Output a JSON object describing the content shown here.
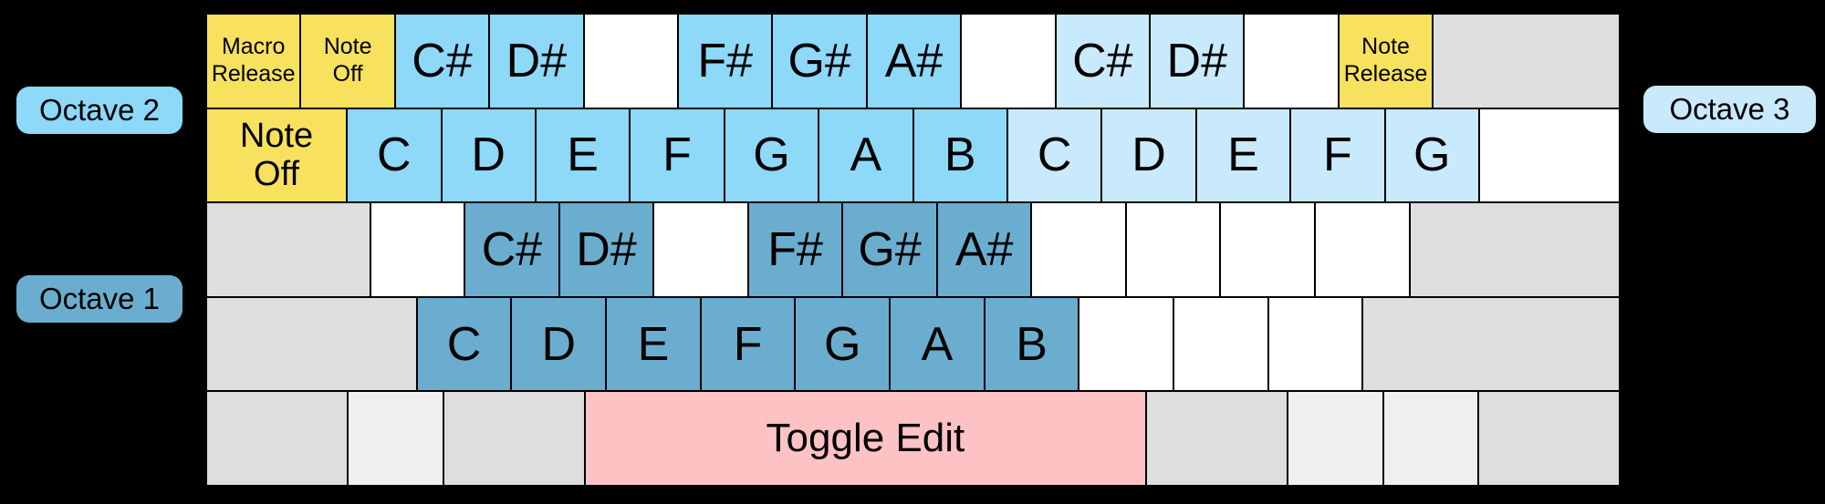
{
  "colors": {
    "background": "#000000",
    "text": "#000000",
    "yellow": "#f7e15e",
    "octave2_blue": "#8ed8f8",
    "octave3_blue": "#c9e9fc",
    "octave1_blue": "#6badce",
    "pink": "#fdc2c4",
    "gray": "#dedede",
    "gray_light": "#efefef",
    "white": "#ffffff"
  },
  "labels": {
    "octave1": "Octave 1",
    "octave2": "Octave 2",
    "octave3": "Octave 3"
  },
  "keyboard": {
    "rows": [
      {
        "keys": [
          {
            "name": "key-macro-release",
            "label": "Macro\nRelease",
            "color": "yellow",
            "u": 1,
            "font": "small"
          },
          {
            "name": "key-note-off",
            "label": "Note\nOff",
            "color": "yellow",
            "u": 1,
            "font": "small"
          },
          {
            "name": "key-c-sharp-oct2",
            "label": "C#",
            "color": "oct2",
            "u": 1
          },
          {
            "name": "key-d-sharp-oct2",
            "label": "D#",
            "color": "oct2",
            "u": 1
          },
          {
            "name": "key-blank",
            "label": "",
            "color": "white",
            "u": 1
          },
          {
            "name": "key-f-sharp-oct2",
            "label": "F#",
            "color": "oct2",
            "u": 1
          },
          {
            "name": "key-g-sharp-oct2",
            "label": "G#",
            "color": "oct2",
            "u": 1
          },
          {
            "name": "key-a-sharp-oct2",
            "label": "A#",
            "color": "oct2",
            "u": 1
          },
          {
            "name": "key-blank",
            "label": "",
            "color": "white",
            "u": 1
          },
          {
            "name": "key-c-sharp-oct3",
            "label": "C#",
            "color": "oct3",
            "u": 1
          },
          {
            "name": "key-d-sharp-oct3",
            "label": "D#",
            "color": "oct3",
            "u": 1
          },
          {
            "name": "key-blank",
            "label": "",
            "color": "white",
            "u": 1
          },
          {
            "name": "key-note-release",
            "label": "Note\nRelease",
            "color": "yellow",
            "u": 1,
            "font": "small"
          },
          {
            "name": "key-backspace",
            "label": "",
            "color": "gray",
            "u": 2
          }
        ]
      },
      {
        "keys": [
          {
            "name": "key-note-off-tab",
            "label": "Note\nOff",
            "color": "yellow",
            "u": 1.5,
            "font": "med"
          },
          {
            "name": "key-c-oct2",
            "label": "C",
            "color": "oct2",
            "u": 1
          },
          {
            "name": "key-d-oct2",
            "label": "D",
            "color": "oct2",
            "u": 1
          },
          {
            "name": "key-e-oct2",
            "label": "E",
            "color": "oct2",
            "u": 1
          },
          {
            "name": "key-f-oct2",
            "label": "F",
            "color": "oct2",
            "u": 1
          },
          {
            "name": "key-g-oct2",
            "label": "G",
            "color": "oct2",
            "u": 1
          },
          {
            "name": "key-a-oct2",
            "label": "A",
            "color": "oct2",
            "u": 1
          },
          {
            "name": "key-b-oct2",
            "label": "B",
            "color": "oct2",
            "u": 1
          },
          {
            "name": "key-c-oct3",
            "label": "C",
            "color": "oct3",
            "u": 1
          },
          {
            "name": "key-d-oct3",
            "label": "D",
            "color": "oct3",
            "u": 1
          },
          {
            "name": "key-e-oct3",
            "label": "E",
            "color": "oct3",
            "u": 1
          },
          {
            "name": "key-f-oct3",
            "label": "F",
            "color": "oct3",
            "u": 1
          },
          {
            "name": "key-g-oct3",
            "label": "G",
            "color": "oct3",
            "u": 1
          },
          {
            "name": "key-backslash",
            "label": "",
            "color": "white",
            "u": 1.5
          }
        ]
      },
      {
        "keys": [
          {
            "name": "key-caps-lock",
            "label": "",
            "color": "gray",
            "u": 1.75
          },
          {
            "name": "key-blank",
            "label": "",
            "color": "white",
            "u": 1
          },
          {
            "name": "key-c-sharp-oct1",
            "label": "C#",
            "color": "oct1",
            "u": 1
          },
          {
            "name": "key-d-sharp-oct1",
            "label": "D#",
            "color": "oct1",
            "u": 1
          },
          {
            "name": "key-blank",
            "label": "",
            "color": "white",
            "u": 1
          },
          {
            "name": "key-f-sharp-oct1",
            "label": "F#",
            "color": "oct1",
            "u": 1
          },
          {
            "name": "key-g-sharp-oct1",
            "label": "G#",
            "color": "oct1",
            "u": 1
          },
          {
            "name": "key-a-sharp-oct1",
            "label": "A#",
            "color": "oct1",
            "u": 1
          },
          {
            "name": "key-blank",
            "label": "",
            "color": "white",
            "u": 1
          },
          {
            "name": "key-blank",
            "label": "",
            "color": "white",
            "u": 1
          },
          {
            "name": "key-blank",
            "label": "",
            "color": "white",
            "u": 1
          },
          {
            "name": "key-blank",
            "label": "",
            "color": "white",
            "u": 1
          },
          {
            "name": "key-enter",
            "label": "",
            "color": "gray",
            "u": 2.25
          }
        ]
      },
      {
        "keys": [
          {
            "name": "key-left-shift",
            "label": "",
            "color": "gray",
            "u": 2.25
          },
          {
            "name": "key-c-oct1",
            "label": "C",
            "color": "oct1",
            "u": 1
          },
          {
            "name": "key-d-oct1",
            "label": "D",
            "color": "oct1",
            "u": 1
          },
          {
            "name": "key-e-oct1",
            "label": "E",
            "color": "oct1",
            "u": 1
          },
          {
            "name": "key-f-oct1",
            "label": "F",
            "color": "oct1",
            "u": 1
          },
          {
            "name": "key-g-oct1",
            "label": "G",
            "color": "oct1",
            "u": 1
          },
          {
            "name": "key-a-oct1",
            "label": "A",
            "color": "oct1",
            "u": 1
          },
          {
            "name": "key-b-oct1",
            "label": "B",
            "color": "oct1",
            "u": 1
          },
          {
            "name": "key-blank",
            "label": "",
            "color": "white",
            "u": 1
          },
          {
            "name": "key-blank",
            "label": "",
            "color": "white",
            "u": 1
          },
          {
            "name": "key-blank",
            "label": "",
            "color": "white",
            "u": 1
          },
          {
            "name": "key-right-shift",
            "label": "",
            "color": "gray",
            "u": 2.75
          }
        ]
      },
      {
        "keys": [
          {
            "name": "key-left-ctrl",
            "label": "",
            "color": "gray",
            "u": 1.5
          },
          {
            "name": "key-left-super",
            "label": "",
            "color": "graylight",
            "u": 1
          },
          {
            "name": "key-left-alt",
            "label": "",
            "color": "gray",
            "u": 1.5
          },
          {
            "name": "key-spacebar-toggle-edit",
            "label": "Toggle Edit",
            "color": "pink",
            "u": 6,
            "font": "toggle"
          },
          {
            "name": "key-right-alt",
            "label": "",
            "color": "gray",
            "u": 1.5
          },
          {
            "name": "key-right-super",
            "label": "",
            "color": "graylight",
            "u": 1
          },
          {
            "name": "key-menu",
            "label": "",
            "color": "graylight",
            "u": 1
          },
          {
            "name": "key-right-ctrl",
            "label": "",
            "color": "gray",
            "u": 1.5
          }
        ]
      }
    ]
  }
}
